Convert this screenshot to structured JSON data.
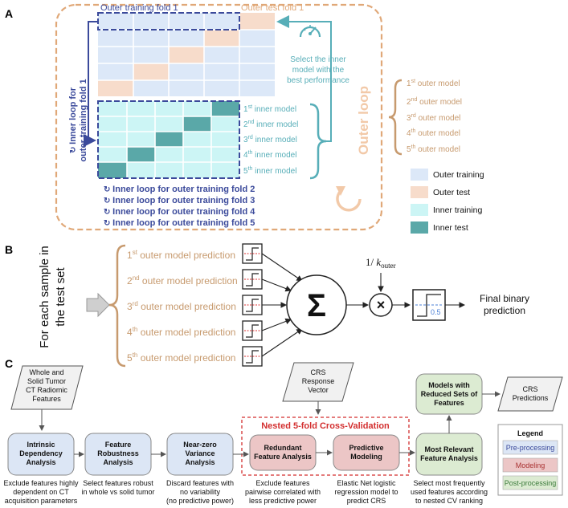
{
  "panel_a": {
    "label": "A",
    "outer_training_fold_title": "Outer training fold 1",
    "outer_test_fold_title": "Outer test fold 1",
    "inner_loop_title_line1": "Inner loop for",
    "inner_loop_title_line2": "outer training fold 1",
    "select_note_line1": "Select the inner",
    "select_note_line2": "model with the",
    "select_note_line3": "best performance",
    "outer_loop_label": "Outer loop",
    "inner_models": [
      {
        "ord": "1",
        "sup": "st",
        "text": " inner model"
      },
      {
        "ord": "2",
        "sup": "nd",
        "text": " inner model"
      },
      {
        "ord": "3",
        "sup": "rd",
        "text": " inner model"
      },
      {
        "ord": "4",
        "sup": "th",
        "text": " inner model"
      },
      {
        "ord": "5",
        "sup": "th",
        "text": " inner model"
      }
    ],
    "outer_models": [
      {
        "ord": "1",
        "sup": "st",
        "text": " outer model"
      },
      {
        "ord": "2",
        "sup": "nd",
        "text": " outer model"
      },
      {
        "ord": "3",
        "sup": "rd",
        "text": " outer model"
      },
      {
        "ord": "4",
        "sup": "th",
        "text": " outer model"
      },
      {
        "ord": "5",
        "sup": "th",
        "text": " outer model"
      }
    ],
    "inner_loop_folds": [
      "Inner loop for outer training fold 2",
      "Inner loop for outer training fold 3",
      "Inner loop for outer training fold 4",
      "Inner loop for outer training fold 5"
    ],
    "legend": [
      {
        "label": "Outer training",
        "color": "#dce8f8"
      },
      {
        "label": "Outer test",
        "color": "#f7dccb"
      },
      {
        "label": "Inner training",
        "color": "#ccf5f5"
      },
      {
        "label": "Inner test",
        "color": "#5aa8a8"
      }
    ]
  },
  "panel_b": {
    "label": "B",
    "side_line1": "For each sample in",
    "side_line2": "the test set",
    "predictions": [
      {
        "ord": "1",
        "sup": "st",
        "text": " outer model prediction"
      },
      {
        "ord": "2",
        "sup": "nd",
        "text": " outer model prediction"
      },
      {
        "ord": "3",
        "sup": "rd",
        "text": " outer model prediction"
      },
      {
        "ord": "4",
        "sup": "th",
        "text": " outer model prediction"
      },
      {
        "ord": "5",
        "sup": "th",
        "text": " outer model prediction"
      }
    ],
    "sum_symbol": "Σ",
    "times_symbol": "×",
    "k_prefix": "1/ ",
    "k_var": "k",
    "k_sub": "outer",
    "threshold": "0.5",
    "final_line1": "Final binary",
    "final_line2": "prediction"
  },
  "panel_c": {
    "label": "C",
    "input_features": [
      "Whole and",
      "Solid Tumor",
      "CT Radiomic",
      "Features"
    ],
    "crs_vector": [
      "CRS",
      "Response",
      "Vector"
    ],
    "nested_cv_title": "Nested 5-fold Cross-Validation",
    "steps": [
      {
        "title": [
          "Intrinsic",
          "Dependency",
          "Analysis"
        ],
        "desc": [
          "Exclude features highly",
          "dependent on CT",
          "acquisition parameters"
        ]
      },
      {
        "title": [
          "Feature",
          "Robustness",
          "Analysis"
        ],
        "desc": [
          "Select features robust",
          "in whole vs solid tumor"
        ]
      },
      {
        "title": [
          "Near-zero",
          "Variance",
          "Analysis"
        ],
        "desc": [
          "Discard features with",
          "no variability",
          "(no predictive power)"
        ]
      },
      {
        "title": [
          "Redundant",
          "Feature Analysis"
        ],
        "desc": [
          "Exclude features",
          "pairwise correlated with",
          "less predictive power"
        ]
      },
      {
        "title": [
          "Predictive",
          "Modeling"
        ],
        "desc": [
          "Elastic Net logistic",
          "regression model to",
          "predict CRS"
        ]
      },
      {
        "title": [
          "Most Relevant",
          "Feature Analysis"
        ],
        "desc": [
          "Select most frequently",
          "used features according",
          "to nested CV ranking"
        ]
      }
    ],
    "models_reduced": [
      "Models with",
      "Reduced Sets of",
      "Features"
    ],
    "crs_predictions": [
      "CRS",
      "Predictions"
    ],
    "legend_title": "Legend",
    "legend": [
      {
        "label": "Pre-processing",
        "color": "#dce6f5"
      },
      {
        "label": "Modeling",
        "color": "#ecc6c6"
      },
      {
        "label": "Post-processing",
        "color": "#dcebd2"
      }
    ]
  }
}
